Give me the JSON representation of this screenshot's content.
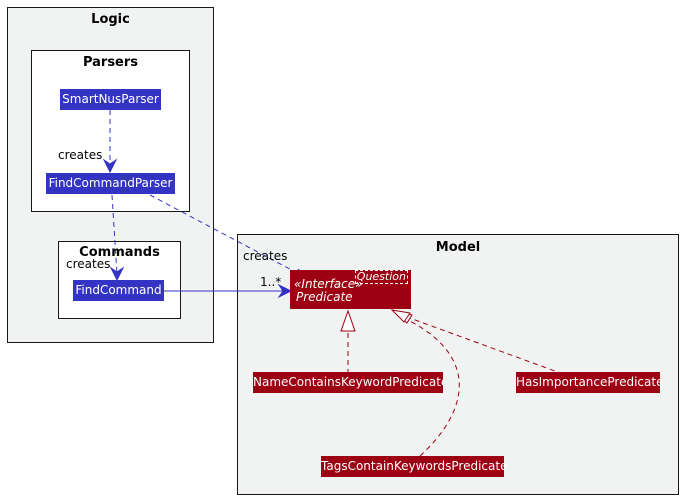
{
  "colors": {
    "package_bg": "#f1f3f3",
    "logic_class": "#3333c4",
    "model_class": "#9d0012",
    "dependency_line": "#3333c4",
    "realization_line": "#9d0012"
  },
  "packages": {
    "logic": "Logic",
    "parsers": "Parsers",
    "commands": "Commands",
    "model": "Model"
  },
  "classes": {
    "smart_nus_parser": "SmartNusParser",
    "find_command_parser": "FindCommandParser",
    "find_command": "FindCommand",
    "name_predicate": "NameContainsKeywordPredicate",
    "importance_predicate": "HasImportancePredicate",
    "tags_predicate": "TagsContainKeywordsPredicate"
  },
  "interface": {
    "stereotype": "«Interface»",
    "name": "Predicate",
    "type_param": "Question"
  },
  "labels": {
    "creates_1": "creates",
    "creates_2": "creates",
    "creates_3": "creates",
    "multiplicity": "1..*"
  }
}
